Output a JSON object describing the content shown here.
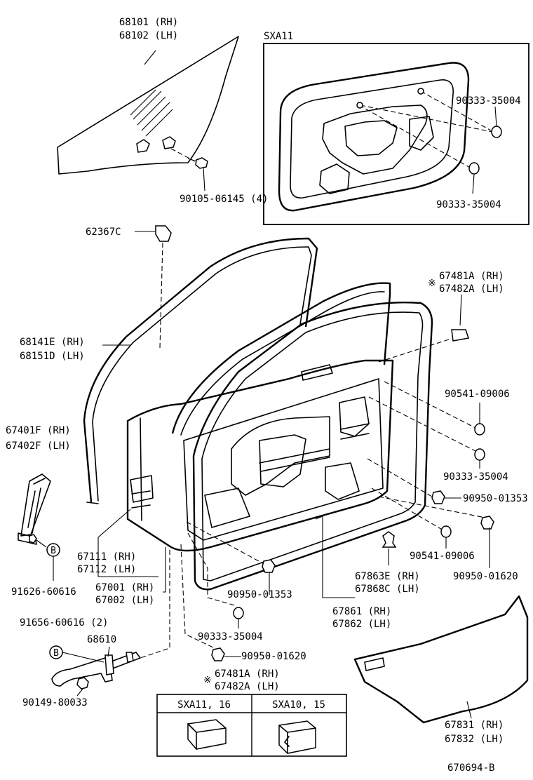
{
  "figure_code": "670694-B",
  "inset": {
    "title": "SXA11",
    "label_a": "90333-35004",
    "label_b": "90333-35004"
  },
  "labels": {
    "glass_rh": "68101 (RH)",
    "glass_lh": "68102 (LH)",
    "glass_bolt": "90105-06145 (4)",
    "clip_623": "62367C",
    "run_rh": "68141E (RH)",
    "run_lh": "68151D (LH)",
    "pad_mark": "※",
    "pad_rh": "67481A (RH)",
    "pad_lh": "67482A (LH)",
    "plug_90541_a": "90541-09006",
    "plug_90333_a": "90333-35004",
    "plug_90950_a": "90950-01353",
    "plug_90541_b": "90541-09006",
    "plug_90950_b": "90950-01620",
    "hinge_rh": "67401F (RH)",
    "hinge_lh": "67402F (LH)",
    "bolt_b_1": "B",
    "bolt_91626": "91626-60616",
    "panel_rh": "67111 (RH)",
    "panel_lh": "67112 (LH)",
    "door_rh": "67001 (RH)",
    "door_lh": "67002 (LH)",
    "clip_rh": "67863E (RH)",
    "clip_lh": "67868C (LH)",
    "weather_rh": "67861 (RH)",
    "weather_lh": "67862 (LH)",
    "plug_90950_c": "90950-01353",
    "plug_90333_b": "90333-35004",
    "plug_90950_d": "90950-01620",
    "bolt_91656": "91656-60616 (2)",
    "check_686": "68610",
    "bolt_b_2": "B",
    "bolt_90149": "90149-80033",
    "cover_rh": "67831 (RH)",
    "cover_lh": "67832 (LH)"
  },
  "table": {
    "mark": "※",
    "title_rh": "67481A (RH)",
    "title_lh": "67482A (LH)",
    "col1": "SXA11, 16",
    "col2": "SXA10, 15"
  }
}
